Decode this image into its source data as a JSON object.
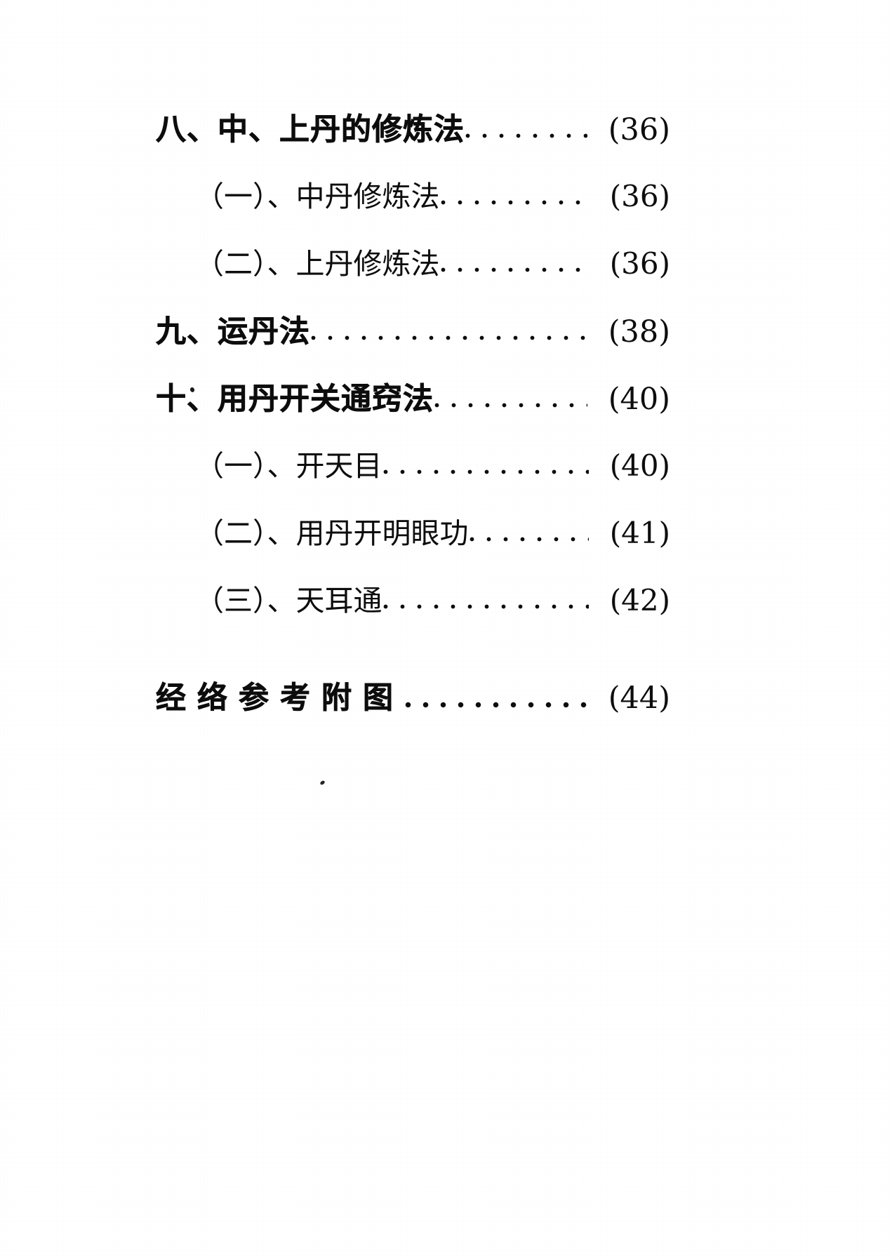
{
  "document": {
    "type": "table-of-contents",
    "language": "zh",
    "page_background": "#ffffff",
    "text_color": "#0d0d0d",
    "leader_style": "dotted"
  },
  "toc": {
    "entries": [
      {
        "level": 1,
        "title": "八、中、上丹的修炼法",
        "page": "(36)",
        "bold": true,
        "spaced": false
      },
      {
        "level": 2,
        "title": "（一）、中丹修炼法",
        "page": "(36)",
        "bold": false,
        "spaced": false
      },
      {
        "level": 2,
        "title": "（二）、上丹修炼法",
        "page": "(36)",
        "bold": false,
        "spaced": false
      },
      {
        "level": 1,
        "title": "九、运丹法",
        "page": "(38)",
        "bold": true,
        "spaced": false
      },
      {
        "level": 1,
        "title": "十、用丹开关通窍法",
        "page": "(40)",
        "bold": true,
        "spaced": false
      },
      {
        "level": 2,
        "title": "（一）、开天目",
        "page": "(40)",
        "bold": false,
        "spaced": false
      },
      {
        "level": 2,
        "title": "（二）、用丹开明眼功",
        "page": "(41)",
        "bold": false,
        "spaced": false
      },
      {
        "level": 2,
        "title": "（三）、天耳通",
        "page": "(42)",
        "bold": false,
        "spaced": false
      },
      {
        "level": 1,
        "title": "经络参考附图",
        "page": "(44)",
        "bold": true,
        "spaced": true
      }
    ]
  }
}
